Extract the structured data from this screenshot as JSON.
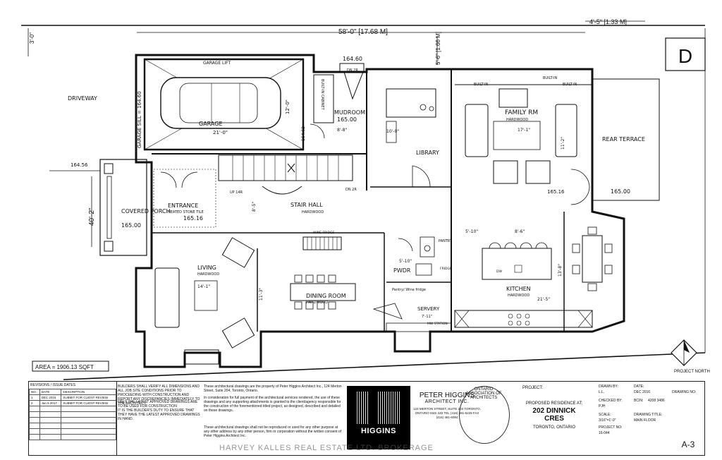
{
  "sheet_letter": "D",
  "dimensions": {
    "overall_width": "58'-0\" [17.68 M]",
    "right_offset": "4'-5\" [1.33 M]",
    "left_vertical": "3'-0\"",
    "mid_vertical": "5'-6\" [1.66 M]",
    "porch_vertical": "40'-2\"",
    "garage_sill": "GARAGE SILL = 164.60",
    "elev_entry": "164.60",
    "elev_driveway": "164.56",
    "garage_width": "21'-0\"",
    "garage_depth": "12'-0\"",
    "mud_elev": "164.62",
    "fam_width": "17'-1\"",
    "lib_dim": "10'-0\"",
    "mud_dim": "8'-8\"",
    "stair_dim": "8'-5\"",
    "liv_dim": "14'-1\"",
    "dining_dim": "11'-3\"",
    "kitchen_dim1": "5'-10\"",
    "kitchen_dim2": "8'-6\"",
    "kitchen_dim3": "21'-5\"",
    "kitchen_dim4": "13'-8\"",
    "powder_dim": "5'-10\"",
    "servery_dim": "7'-11\"",
    "fam_side": "11'-2\""
  },
  "labels": {
    "garage_lift": "GARAGE LIFT",
    "garage": "GARAGE",
    "driveway": "DRIVEWAY",
    "mudroom": "MUDROOM",
    "mudroom_elev": "165.00",
    "built_in_cabinet": "BUILT-IN CABINET",
    "library": "LIBRARY",
    "family_rm": "FAMILY RM",
    "family_floor": "HARDWOOD",
    "family_elev": "165.16",
    "built_in_1": "BUILT-IN",
    "built_in_2": "BUILT-IN",
    "built_in_3": "BUILT-IN",
    "rear_terrace": "REAR TERRACE",
    "rear_terrace_elev": "165.00",
    "entrance": "ENTRANCE",
    "entrance_floor": "HEATED STONE TILE",
    "entrance_elev": "165.16",
    "covered_porch": "COVERED PORCH",
    "covered_porch_elev": "165.00",
    "stair_hall": "STAIR HALL",
    "stair_floor": "HARDWOOD",
    "dn_2r_1": "DN 2R",
    "dn_2r_2": "DN 2R",
    "up_14r": "UP 14R",
    "wine_fridge": "WINE FRIDGE",
    "living": "LIVING",
    "living_floor": "HARDWOOD",
    "dining_room": "DINING ROOM",
    "dining_floor": "HARDWOOD",
    "pantry": "PANTRY",
    "pwdr": "PWDR",
    "pantry_wine": "Pantry/ Wine fridge",
    "servery": "SERVERY",
    "kitchen": "KITCHEN",
    "kitchen_floor": "HARDWOOD",
    "frig": "FRIDGE",
    "dw": "DW",
    "mw_station": "MW STATION",
    "area": "AREA = 1906.13 SQFT",
    "project_north": "PROJECT NORTH"
  },
  "title_block": {
    "revisions_title": "REVISIONS / ISSUE DATES",
    "rev_headers": [
      "NO.",
      "DATE",
      "DESCRIPTION"
    ],
    "revisions": [
      {
        "no": "1",
        "date": "DEC 2016",
        "desc": "SUBMIT FOR CLIENT REVIEW"
      },
      {
        "no": "2",
        "date": "Jan 6 2017",
        "desc": "SUBMIT FOR CLIENT REVIEW"
      }
    ],
    "builder_note_1": "BUILDERS SHALL VERIFY ALL DIMENSIONS AND ALL JOB SITE CONDITIONS PRIOR TO PROCEEDING WITH CONSTRUCTION AND REPORT ANY DISCREPANCIES IMMEDIATELY TO THE ARCHITECT.",
    "builder_note_2": "ONLY THE LATEST APPROVED DRAWINGS ARE TO BE USED FOR CONSTRUCTION",
    "builder_note_3": "IT IS THE BUILDER'S DUTY TO ENSURE THAT THEY HAVE THE LATEST APPROVED DRAWINGS IN HAND.",
    "copyright_1": "These architectural drawings are the property of Peter Higgins Architect Inc., 124 Merton Street, Suite 204, Toronto, Ontario.",
    "copyright_2": "In consideration for full payment of the architectural services rendered, the use of these drawings and any supporting attachments is granted to the client/agency responsible for the construction of the forementioned titled project, as designed, described and detailed on these drawings.",
    "copyright_3": "These architectural drawings shall not be reproduced or used for any other purpose at any other address by any other person, firm or corporation without the written consent of Peter Higgins Architect Inc.",
    "logo_text": "HIGGINS",
    "firm_name": "PETER HIGGINS",
    "firm_sub": "ARCHITECT INC.",
    "firm_addr": "124 MERTON STREET, SUITE 204 TORONTO, ONTARIO M4S 2Z2 TEL (416) 481-6229 FAX (416) 481-6084",
    "seal_text": "ONTARIO ASSOCIATION OF ARCHITECTS",
    "project_label": "PROJECT:",
    "project_name": "PROPOSED RESIDENCE AT:",
    "project_address": "202 DINNICK CRES",
    "project_city": "TORONTO, ONTARIO",
    "drawn_by_label": "DRAWN BY:",
    "drawn_by": "L.L.",
    "date_label": "DATE:",
    "date": "DEC 2016",
    "checked_label": "CHECKED BY:",
    "checked": "PJH",
    "bcin_label": "BCIN:",
    "bcin": "4208 3486",
    "scale_label": "SCALE:",
    "scale": "3/16\"=1'-0\"",
    "drawing_title_label": "DRAWING TITLE:",
    "drawing_title": "MAIN FLOOR",
    "project_no_label": "PROJECT NO:",
    "project_no": "16-044",
    "drawing_no_label": "DRAWING NO:",
    "drawing_no": "A-3",
    "watermark": "HARVEY KALLES REAL ESTATE LTD. BROKERAGE"
  }
}
